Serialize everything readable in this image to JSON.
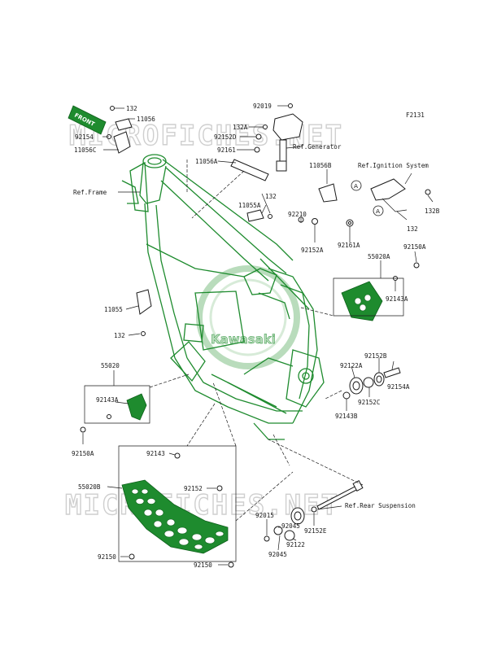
{
  "page_code": "F2131",
  "watermark_text": "MICROFICHES.NET",
  "logo_text": "Kawasaki",
  "front_tag": "FRONT",
  "circle_markers": [
    "A",
    "A"
  ],
  "part_labels": {
    "p132_top": "132",
    "p11056_top": "11056",
    "p92154": "92154",
    "p11056c": "11056C",
    "p92019": "92019",
    "p132a": "132A",
    "p92152d": "92152D",
    "p92161": "92161",
    "ref_generator": "Ref.Generator",
    "p11056a": "11056A",
    "ref_frame": "Ref.Frame",
    "p11056b": "11056B",
    "ref_ignition": "Ref.Ignition System",
    "p132b": "132B",
    "p132_mid": "132",
    "p11055a": "11055A",
    "p132_right": "132",
    "p92210": "92210",
    "p92152a": "92152A",
    "p92161a": "92161A",
    "p92150a_top": "92150A",
    "p55020a": "55020A",
    "p92143a_right": "92143A",
    "p11055": "11055",
    "p132_left": "132",
    "p55020": "55020",
    "p92143a_left": "92143A",
    "p92152b": "92152B",
    "p92122a": "92122A",
    "p92154a": "92154A",
    "p92152c": "92152C",
    "p92143b": "92143B",
    "p92150a_left": "92150A",
    "p92143": "92143",
    "p55020b": "55020B",
    "p92152": "92152",
    "ref_rear_suspension": "Ref.Rear Suspension",
    "p92015": "92015",
    "p92045_a": "92045",
    "p92152e": "92152E",
    "p92045_b": "92045",
    "p92122": "92122",
    "p92150_left": "92150",
    "p92150_bottom": "92150"
  }
}
